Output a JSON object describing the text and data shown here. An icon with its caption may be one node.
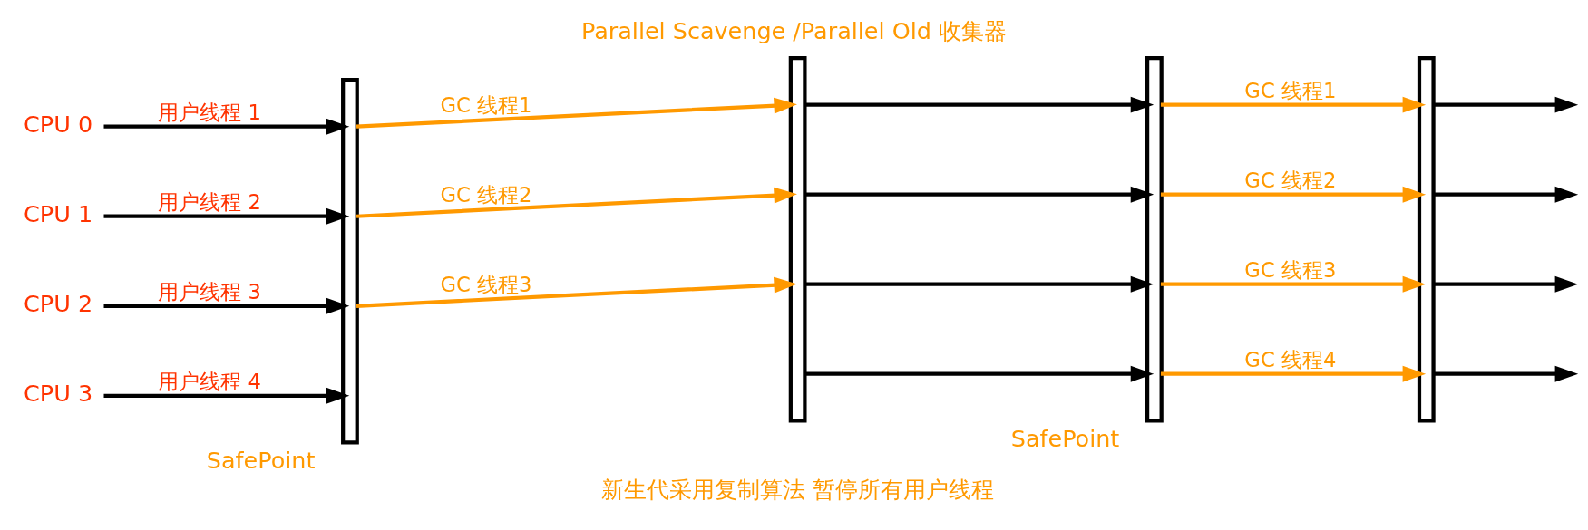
{
  "diagram": {
    "title": "Parallel Scavenge /Parallel Old 收集器",
    "nodes": [
      {
        "text": [
          "CPU 0"
        ]
      },
      {
        "text": [
          "CPU 1"
        ]
      },
      {
        "text": [
          "CPU 2"
        ]
      },
      {
        "text": [
          "CPU 3"
        ]
      },
      {
        "text": [],
        "shape": "bar",
        "beside": [
          "SafePoint"
        ]
      },
      {
        "text": [],
        "shape": "bar"
      },
      {
        "text": [],
        "shape": "bar",
        "beside": [
          "SafePoint"
        ]
      },
      {
        "text": [],
        "shape": "bar"
      }
    ],
    "edges": [
      {
        "from": 0,
        "to": 4,
        "arrow": "to",
        "label": "用户线程 1"
      },
      {
        "from": 1,
        "to": 4,
        "arrow": "to",
        "label": "用户线程 2"
      },
      {
        "from": 2,
        "to": 4,
        "arrow": "to",
        "label": "用户线程 3"
      },
      {
        "from": 3,
        "to": 4,
        "arrow": "to",
        "label": "用户线程 4"
      },
      {
        "from": 4,
        "to": 5,
        "arrow": "to",
        "label": "GC 线程1",
        "color": "#ff9900"
      },
      {
        "from": 4,
        "to": 5,
        "arrow": "to",
        "label": "GC 线程2",
        "color": "#ff9900"
      },
      {
        "from": 4,
        "to": 5,
        "arrow": "to",
        "label": "GC 线程3",
        "color": "#ff9900"
      },
      {
        "from": 5,
        "to": 6,
        "arrow": "to"
      },
      {
        "from": 5,
        "to": 6,
        "arrow": "to"
      },
      {
        "from": 5,
        "to": 6,
        "arrow": "to"
      },
      {
        "from": 5,
        "to": 6,
        "arrow": "to"
      },
      {
        "from": 6,
        "to": 7,
        "arrow": "to",
        "label": "GC 线程1",
        "color": "#ff9900"
      },
      {
        "from": 6,
        "to": 7,
        "arrow": "to",
        "label": "GC 线程2",
        "color": "#ff9900"
      },
      {
        "from": 6,
        "to": 7,
        "arrow": "to",
        "label": "GC 线程3",
        "color": "#ff9900"
      },
      {
        "from": 6,
        "to": 7,
        "arrow": "to",
        "label": "GC 线程4",
        "color": "#ff9900"
      },
      {
        "from": 7,
        "to": null,
        "arrow": "to"
      },
      {
        "from": 7,
        "to": null,
        "arrow": "to"
      },
      {
        "from": 7,
        "to": null,
        "arrow": "to"
      },
      {
        "from": 7,
        "to": null,
        "arrow": "to"
      }
    ],
    "labels": [
      "新生代采用复制算法 暂停所有用户线程"
    ]
  }
}
